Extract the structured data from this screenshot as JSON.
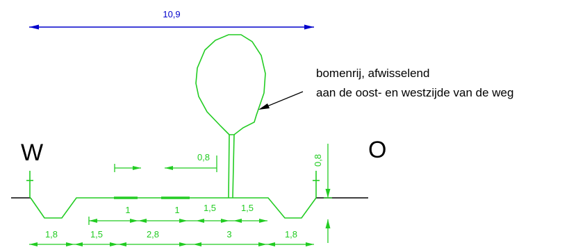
{
  "total_width_label": "10,9",
  "compass": {
    "west": "W",
    "east": "O"
  },
  "annotation": {
    "line1": "bomenrij, afwisselend",
    "line2": "aan de oost- en westzijde van de weg"
  },
  "dimensions": {
    "upper": [
      "1",
      "1",
      "1,5",
      "1,5"
    ],
    "lower": [
      "1,8",
      "1,5",
      "2,8",
      "3",
      "1,8"
    ],
    "offset": "0,8",
    "height": "0,8"
  },
  "colors": {
    "green": "#22cc22",
    "blue": "#0000cc",
    "black": "#000000"
  }
}
